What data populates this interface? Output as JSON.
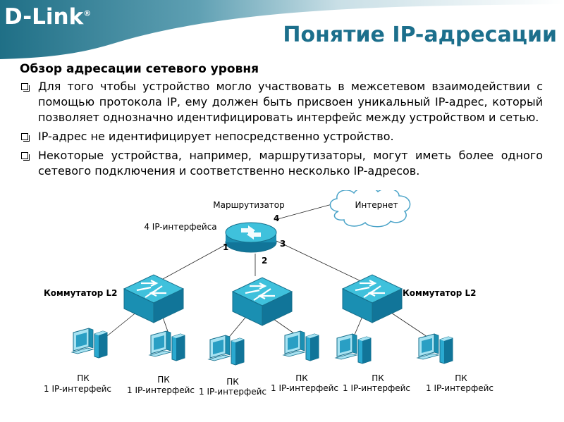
{
  "header": {
    "logo_text": "D-Link",
    "title": "Понятие IP-адресации"
  },
  "content": {
    "subtitle": "Обзор адресации сетевого уровня",
    "bullets": [
      "Для того чтобы устройство могло участвовать в межсетевом взаимодействии с помощью протокола IP, ему должен быть присвоен уникальный IP-адрес, который позволяет однозначно идентифицировать интерфейс между устройством и сетью.",
      "IP-адрес не идентифицирует непосредственно устройство.",
      "Некоторые устройства, например, маршрутизаторы, могут иметь более одного сетевого подключения и соответственно несколько IP-адресов."
    ]
  },
  "diagram": {
    "router_label": "Маршрутизатор",
    "router_interfaces_label": "4 IP-интерфейса",
    "internet_label": "Интернет",
    "switch_left_label": "Коммутатор L2",
    "switch_right_label": "Коммутатор L2",
    "link_numbers": [
      "1",
      "2",
      "3",
      "4"
    ],
    "pc_label": "ПК",
    "pc_interface_label": "1 IP-интерфейс",
    "colors": {
      "device_top": "#3fc1dc",
      "device_side": "#1a8fb2",
      "header_blue": "#1c6f8c",
      "cloud_stroke": "#4aa3c8"
    }
  }
}
